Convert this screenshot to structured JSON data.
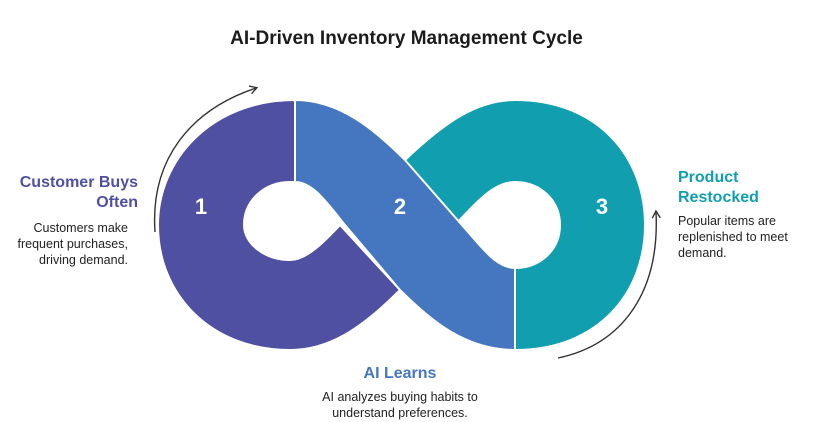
{
  "title": "AI-Driven Inventory Management Cycle",
  "colors": {
    "step1": "#5050a3",
    "step2": "#4576c0",
    "step3": "#119fb0",
    "arrow": "#333333"
  },
  "steps": [
    {
      "number": "1",
      "heading": "Customer Buys Often",
      "description": "Customers make frequent purchases, driving demand."
    },
    {
      "number": "2",
      "heading": "AI Learns",
      "description": "AI analyzes buying habits to understand preferences."
    },
    {
      "number": "3",
      "heading": "Product Restocked",
      "description": "Popular items are replenished to meet demand."
    }
  ]
}
